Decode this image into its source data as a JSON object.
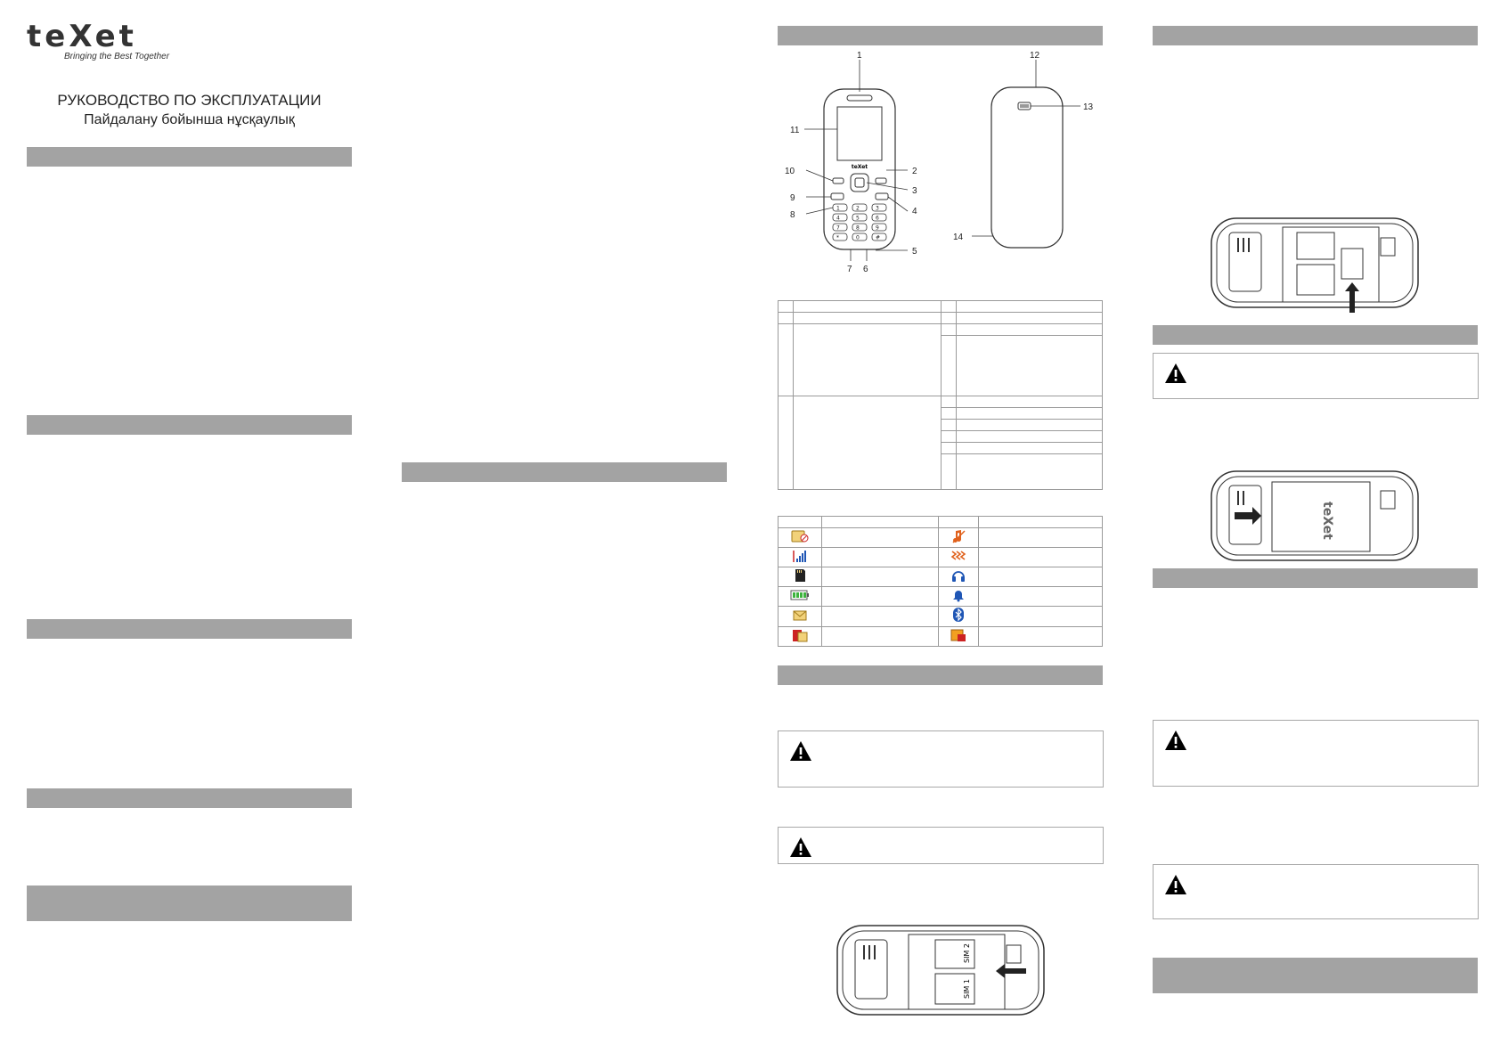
{
  "brand": {
    "logo_text": "teXet",
    "tagline": "Bringing the Best Together"
  },
  "titles": {
    "ru": "РУКОВОДСТВО ПО ЭКСПЛУАТАЦИИ",
    "kz": "Пайдалану бойынша нұсқаулық"
  },
  "phone_diagram": {
    "callouts": [
      "1",
      "2",
      "3",
      "4",
      "5",
      "6",
      "7",
      "8",
      "9",
      "10",
      "11",
      "12",
      "13",
      "14"
    ],
    "brand_on_phone": "teXet",
    "keypad": [
      "1",
      "2",
      "3",
      "4",
      "5",
      "6",
      "7",
      "8",
      "9",
      "*",
      "0",
      "#"
    ]
  },
  "sim_labels": {
    "sim1": "SIM 1",
    "sim2": "SIM 2",
    "battery_brand": "teXet"
  },
  "icons": {
    "left": [
      "sim-blocked-icon",
      "signal-strength-icon",
      "memory-card-icon",
      "battery-icon",
      "message-icon",
      "sim1-active-icon"
    ],
    "right": [
      "silent-mode-icon",
      "vibration-icon",
      "headset-icon",
      "alarm-icon",
      "bluetooth-icon",
      "missed-call-icon"
    ]
  },
  "colors": {
    "section_bar": "#a3a3a3",
    "border": "#9a9a9a"
  }
}
